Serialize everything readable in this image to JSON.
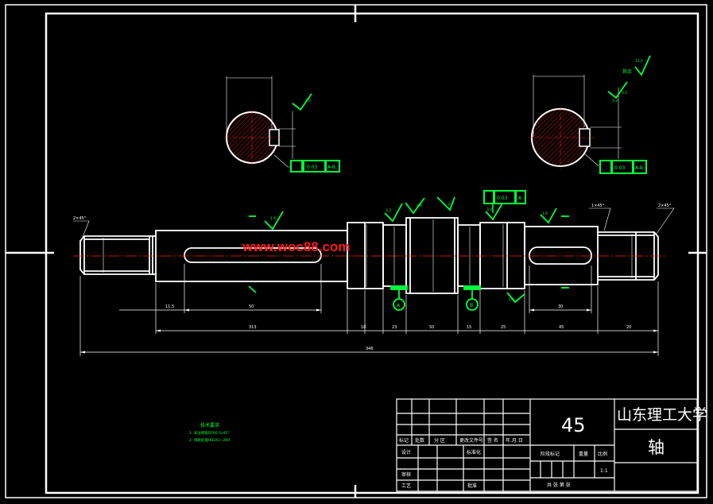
{
  "watermark": "www.woc88.com",
  "title_block": {
    "material": "45",
    "school": "山东理工大学",
    "part_name": "轴",
    "scale": "1:1",
    "row_labels": [
      "标记",
      "处数",
      "分 区",
      "更改文件号",
      "签 名",
      "年.月.日"
    ],
    "left_labels": [
      "设计",
      "审核",
      "工艺"
    ],
    "mid_labels": [
      "标准化",
      "批准"
    ],
    "stage_labels": [
      "阶段标记",
      "重量",
      "比例"
    ],
    "sheet_label": "共 张 第 张"
  },
  "tech_notes": {
    "title": "技术要求",
    "lines": [
      "1. 未注倒角均为0.5x45°",
      "2. 调质处理HB241~269"
    ]
  },
  "dimensions": {
    "d1": "313",
    "d2": "18",
    "d3": "23",
    "d4": "50",
    "d5": "15",
    "d6": "25",
    "d7": "45",
    "d8": "20",
    "total": "346",
    "key1_off": "11.5",
    "key1_len": "50",
    "key2_len": "30",
    "cham_left": "2×45°",
    "cham_mid": "1×45°",
    "cham_right": "2×45°"
  },
  "tolerance_frames": {
    "sec1": "0.03",
    "sec2": "0.03",
    "main": "0.03",
    "sec1_ref": "A-B",
    "sec2_ref": "A-B",
    "main_ref": "A"
  },
  "roughness": {
    "r1": "3.2",
    "r2": "1.6",
    "r3": "3.2",
    "r4": "1.6",
    "r5": "3.2",
    "r6": "1.6",
    "r7": "1.6",
    "r8": "3.2",
    "r9": "3.2",
    "r10": "3.2",
    "corner": "12.5",
    "corner_text": "其余"
  },
  "datums": {
    "a": "A",
    "b": "B"
  }
}
